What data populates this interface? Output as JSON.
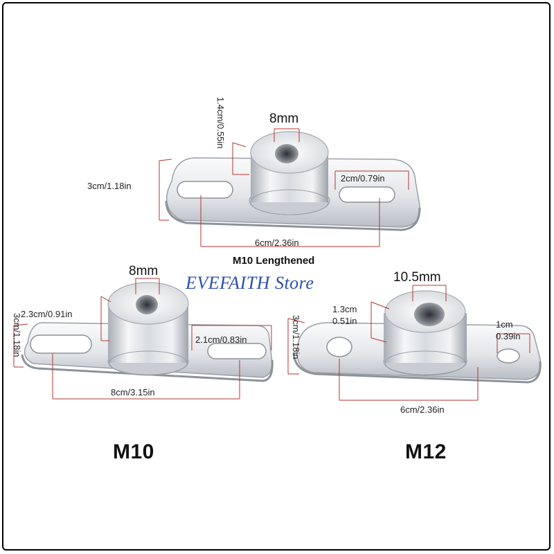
{
  "watermark": "EVEFAITH Store",
  "colors": {
    "dimension_line": "#b5332f",
    "watermark": "#2a4fb0",
    "metal_light": "#f3f4f6",
    "metal_dark": "#9aa0a8"
  },
  "top": {
    "title": "M10 Lengthened",
    "thread": "8mm",
    "height": "1.4cm/0.55in",
    "width": "3cm/1.18in",
    "slot": "2cm/0.79in",
    "length": "6cm/2.36in"
  },
  "left": {
    "title": "M10",
    "thread": "8mm",
    "height": "2.3cm/0.91in",
    "width": "3cm/1.18in",
    "slot": "2.1cm/0.83in",
    "length": "8cm/3.15in"
  },
  "right": {
    "title": "M12",
    "thread": "10.5mm",
    "height_cm": "1.3cm",
    "height_in": "0.51in",
    "width": "3cm/1.18in",
    "hole_cm": "1cm",
    "hole_in": "0.39in",
    "length": "6cm/2.36in"
  }
}
